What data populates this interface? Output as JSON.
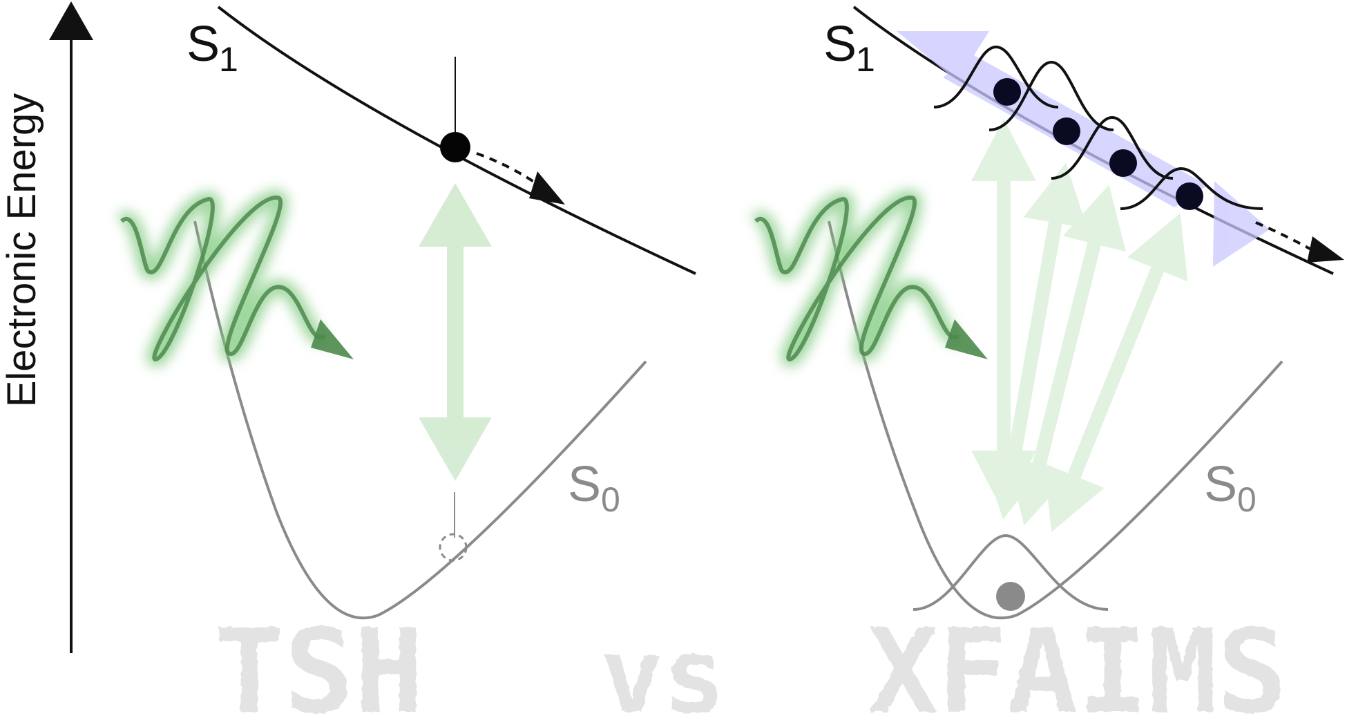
{
  "axis": {
    "label": "Electronic Energy"
  },
  "states": {
    "s1": "S",
    "s1_sub": "1",
    "s0": "S",
    "s0_sub": "0"
  },
  "watermark": {
    "left": "TSH",
    "middle": "vs",
    "right": "XFAIMS"
  },
  "colors": {
    "curve_s1": "#111111",
    "curve_s0": "#8a8a8a",
    "photon": "#3f7a3f",
    "photon_glow": "#7ec97e",
    "excitation_arrow": "#c9e8c6",
    "packet_band": "#c8c8ff",
    "dot": "#0a0a23",
    "watermark": "#e3e3e3"
  },
  "icons": {
    "photon": "wavy-arrow-icon",
    "trajectory_ball": "filled-circle-icon",
    "ground_ghost": "dashed-circle-icon"
  }
}
